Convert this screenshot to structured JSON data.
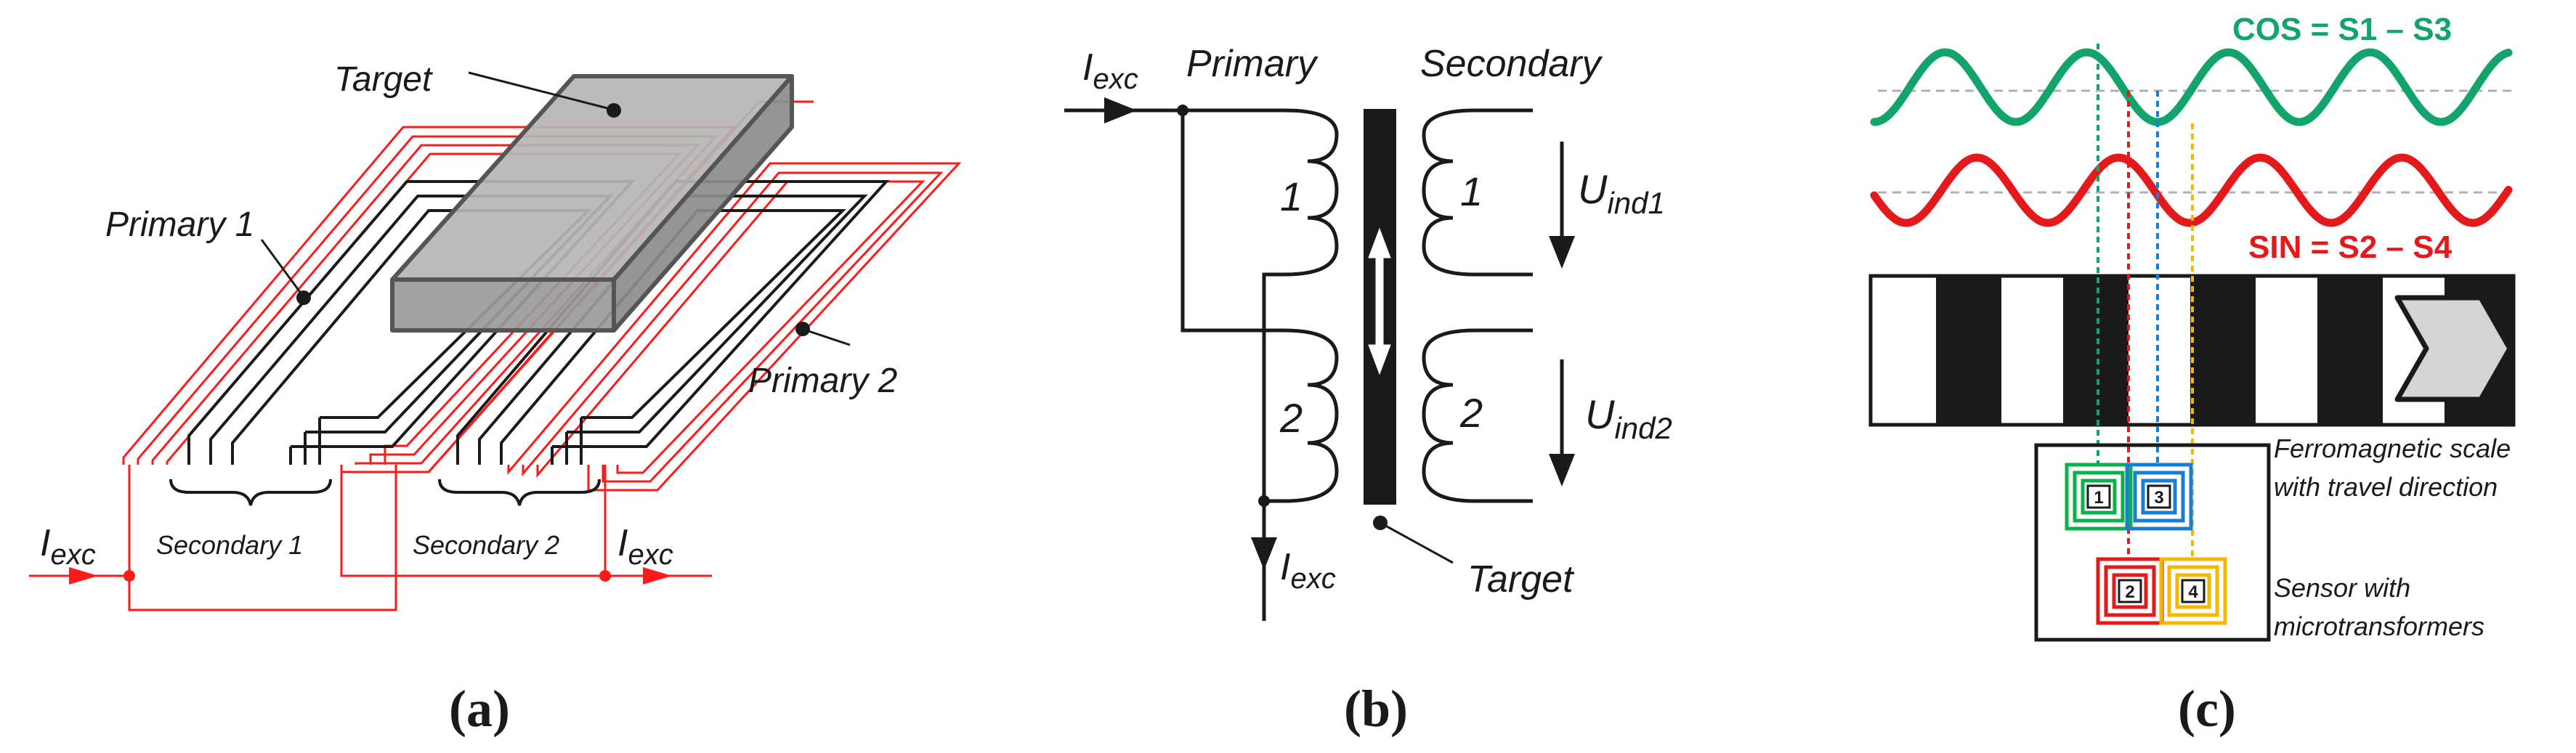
{
  "colors": {
    "coil_red": "#ff1a1a",
    "wire_dark": "#1a1a1a",
    "target_gray": "#a6a6a6",
    "target_edge": "#555555",
    "cos_green": "#12a46b",
    "sin_red": "#e3191c",
    "blue": "#1a7fd1",
    "yellow": "#f5b800",
    "green_coil": "#0fb04b",
    "dashed_gray": "#b0b0b0"
  },
  "panel_a": {
    "target_label": "Target",
    "primary1_label": "Primary 1",
    "primary2_label": "Primary 2",
    "secondary1_label": "Secondary 1",
    "secondary2_label": "Secondary 2",
    "iexc_left_base": "I",
    "iexc_left_sub": "exc",
    "iexc_right_base": "I",
    "iexc_right_sub": "exc",
    "caption": "(a)"
  },
  "panel_b": {
    "iexc_in_base": "I",
    "iexc_in_sub": "exc",
    "primary_label": "Primary",
    "secondary_label": "Secondary",
    "coil1_primary": "1",
    "coil2_primary": "2",
    "coil1_secondary": "1",
    "coil2_secondary": "2",
    "u1_base": "U",
    "u1_sub": "ind1",
    "u2_base": "U",
    "u2_sub": "ind2",
    "iexc_out_base": "I",
    "iexc_out_sub": "exc",
    "target_label": "Target",
    "caption": "(b)"
  },
  "panel_c": {
    "cos_label": "COS = S1 – S3",
    "sin_label": "SIN = S2 – S4",
    "scale_label_line1": "Ferromagnetic scale",
    "scale_label_line2": "with travel direction",
    "sensor_label_line1": "Sensor with",
    "sensor_label_line2": "microtransformers",
    "coil_numbers": [
      "1",
      "3",
      "2",
      "4"
    ],
    "caption": "(c)"
  }
}
